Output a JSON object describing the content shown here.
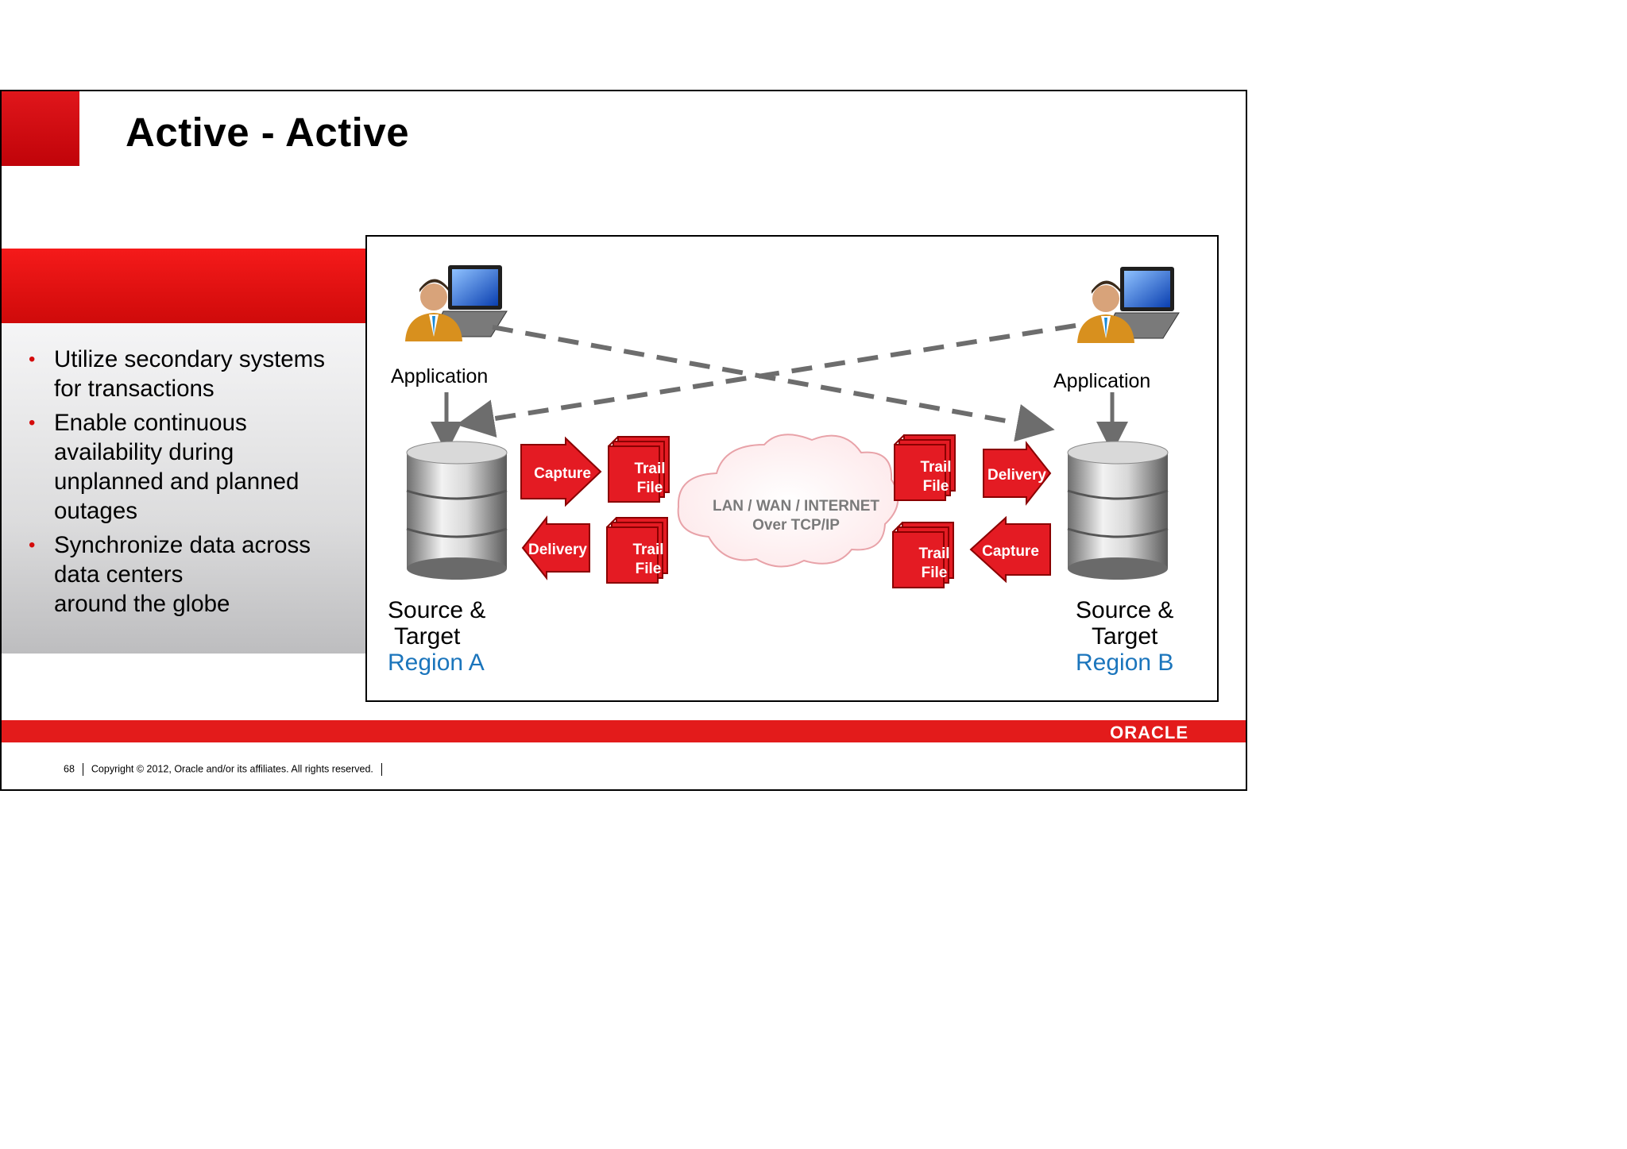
{
  "slide": {
    "title": "Active - Active",
    "bullets": [
      [
        "Utilize secondary systems",
        "for transactions"
      ],
      [
        "Enable continuous",
        "availability during",
        "unplanned and planned",
        "outages"
      ],
      [
        "Synchronize data across",
        "data centers",
        "around the globe"
      ]
    ]
  },
  "diagram": {
    "left": {
      "app_label": "Application",
      "capture": "Capture",
      "delivery": "Delivery",
      "trail_top": [
        "Trail",
        "File"
      ],
      "trail_bottom": [
        "Trail",
        "File"
      ],
      "db_label_1": "Source &",
      "db_label_2": "Target",
      "region": "Region A"
    },
    "right": {
      "app_label": "Application",
      "capture": "Capture",
      "delivery": "Delivery",
      "trail_top": [
        "Trail",
        "File"
      ],
      "trail_bottom": [
        "Trail",
        "File"
      ],
      "db_label_1": "Source &",
      "db_label_2": "Target",
      "region": "Region B"
    },
    "network": {
      "line1": "LAN / WAN / INTERNET",
      "line2": "Over TCP/IP"
    },
    "icons": [
      "user-computer-icon",
      "database-icon",
      "cloud-icon",
      "trail-file-icon"
    ]
  },
  "footer": {
    "page": "68",
    "copyright": "Copyright © 2012, Oracle and/or its affiliates. All rights reserved.",
    "logo": "ORACLE"
  },
  "colors": {
    "brand_red": "#e31b1b",
    "region_blue": "#1b75bc",
    "arrow_grey": "#6d6d6d"
  }
}
